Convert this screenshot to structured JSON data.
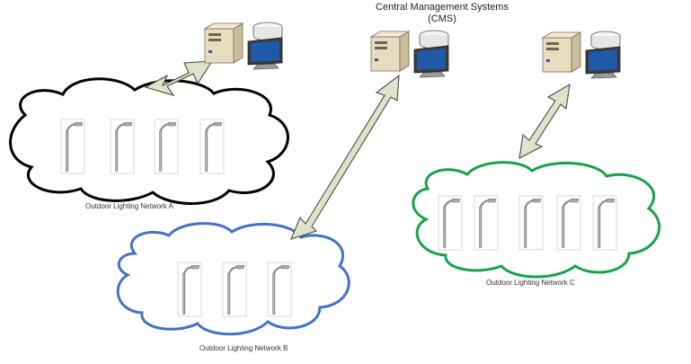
{
  "header": {
    "title_line1": "Central Management Systems",
    "title_line2": "(CMS)"
  },
  "networks": [
    {
      "id": "a",
      "label": "Outdoor Lighting Network A",
      "cloud_color": "#000000",
      "pole_count": 4
    },
    {
      "id": "b",
      "label": "Outdoor Lighting Network B",
      "cloud_color": "#4472c4",
      "pole_count": 3
    },
    {
      "id": "c",
      "label": "Outdoor Lighting Network C",
      "cloud_color": "#1aa34a",
      "pole_count": 5
    }
  ],
  "colors": {
    "arrow_fill": "#dfe3cc",
    "arrow_stroke": "#4a4a3a",
    "server_body": "#e8dcc0",
    "monitor_screen": "#1e5aa8"
  }
}
